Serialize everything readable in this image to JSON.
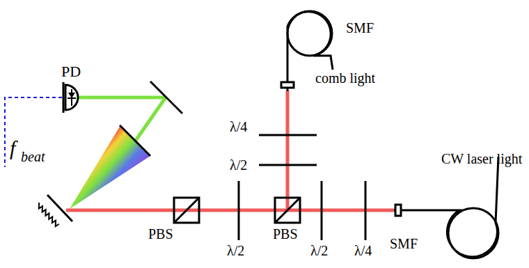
{
  "diagram": {
    "labels": [
      "SMF",
      "PD",
      "comb light",
      "λ/4",
      "f",
      "beat",
      "CW laser light",
      "λ/2",
      "PBS",
      "λ/2",
      "PBS",
      "λ/2",
      "λ/4",
      "SMF"
    ]
  }
}
